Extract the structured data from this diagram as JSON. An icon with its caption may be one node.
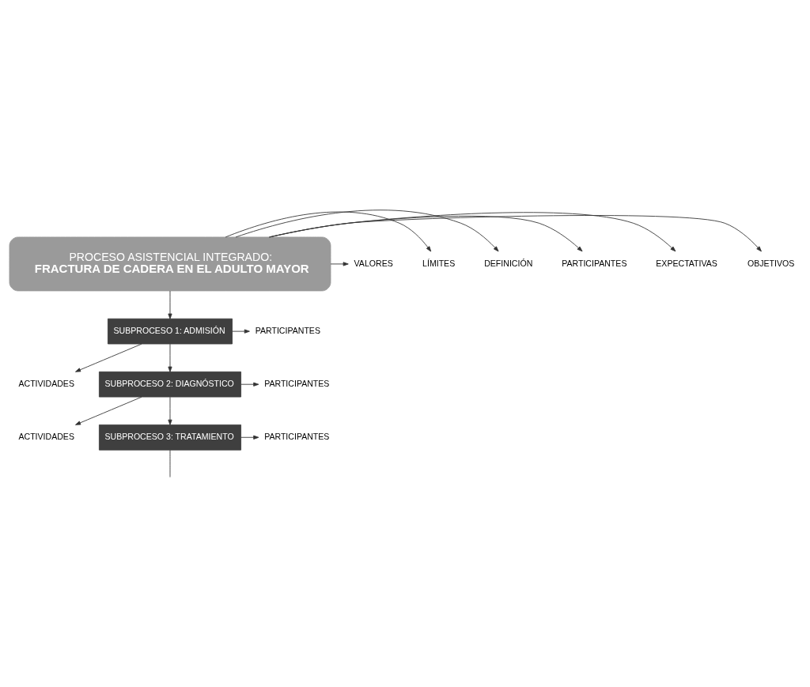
{
  "diagram": {
    "nodes": [
      {
        "text": [
          "PROCESO ASISTENCIAL INTEGRADO:",
          "FRACTURA DE CADERA EN EL ADULTO MAYOR"
        ]
      },
      {
        "text": [
          "OBJETIVOS"
        ]
      },
      {
        "text": [
          "EXPECTATIVAS"
        ]
      },
      {
        "text": [
          "PARTICIPANTES"
        ]
      },
      {
        "text": [
          "DEFINICIÓN"
        ]
      },
      {
        "text": [
          "LÍMITES"
        ]
      },
      {
        "text": [
          "VALORES"
        ]
      },
      {
        "text": [
          "SUBPROCESO 1: ADMISIÓN"
        ]
      },
      {
        "text": [
          "PARTICIPANTES"
        ]
      },
      {
        "text": [
          "ACTIVIDADES"
        ]
      },
      {
        "text": [
          "SUBPROCESO 2: DIAGNÓSTICO"
        ]
      },
      {
        "text": [
          "PARTICIPANTES"
        ]
      },
      {
        "text": [
          "ACTIVIDADES"
        ]
      },
      {
        "text": [
          "SUBPROCESO 3: TRATAMIENTO"
        ]
      },
      {
        "text": [
          "PARTICIPANTES"
        ]
      }
    ],
    "edges": [
      {
        "from": 0,
        "to": 1,
        "arrow": "to"
      },
      {
        "from": 0,
        "to": 2,
        "arrow": "to"
      },
      {
        "from": 0,
        "to": 3,
        "arrow": "to"
      },
      {
        "from": 0,
        "to": 4,
        "arrow": "to"
      },
      {
        "from": 0,
        "to": 5,
        "arrow": "to"
      },
      {
        "from": 0,
        "to": 6,
        "arrow": "to"
      },
      {
        "from": 0,
        "to": 7,
        "arrow": "to"
      },
      {
        "from": 7,
        "to": 8,
        "arrow": "to"
      },
      {
        "from": 7,
        "to": 9,
        "arrow": "to"
      },
      {
        "from": 7,
        "to": 10,
        "arrow": "to"
      },
      {
        "from": 10,
        "to": 11,
        "arrow": "to"
      },
      {
        "from": 10,
        "to": 12,
        "arrow": "to"
      },
      {
        "from": 10,
        "to": 13,
        "arrow": "to"
      },
      {
        "from": 13,
        "to": 14,
        "arrow": "to"
      },
      {
        "from": 13,
        "to": null,
        "arrow": "none"
      }
    ]
  }
}
